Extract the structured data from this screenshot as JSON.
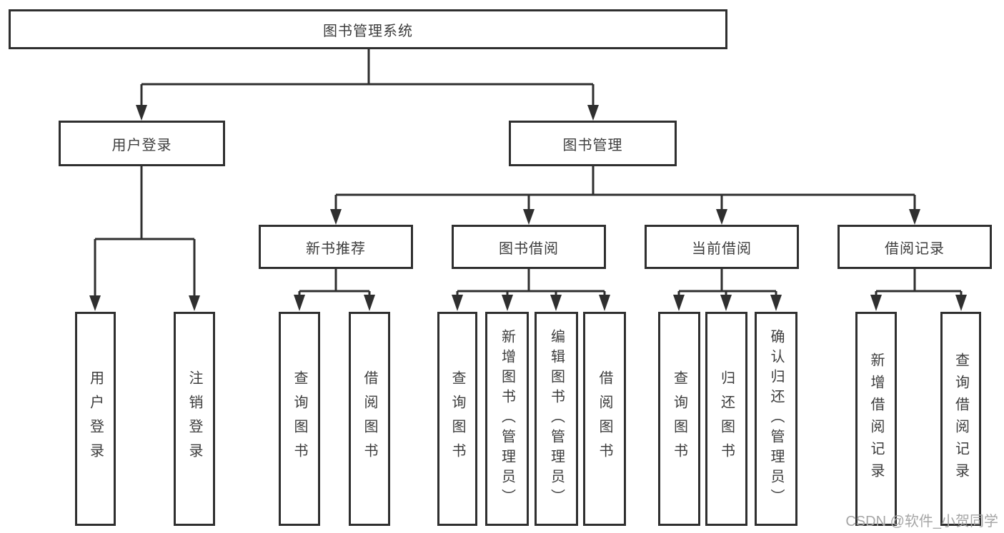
{
  "diagram": {
    "type": "hierarchy-tree",
    "root": {
      "label": "图书管理系统"
    },
    "branches": {
      "user_login": {
        "label": "用户登录",
        "children": [
          {
            "label": "用户登录"
          },
          {
            "label": "注销登录"
          }
        ]
      },
      "book_manage": {
        "label": "图书管理",
        "sections": [
          {
            "label": "新书推荐",
            "children": [
              {
                "label": "查询图书"
              },
              {
                "label": "借阅图书"
              }
            ]
          },
          {
            "label": "图书借阅",
            "children": [
              {
                "label": "查询图书"
              },
              {
                "label": "新增图书（管理员）"
              },
              {
                "label": "编辑图书（管理员）"
              },
              {
                "label": "借阅图书"
              }
            ]
          },
          {
            "label": "当前借阅",
            "children": [
              {
                "label": "查询图书"
              },
              {
                "label": "归还图书"
              },
              {
                "label": "确认归还（管理员）"
              }
            ]
          },
          {
            "label": "借阅记录",
            "children": [
              {
                "label": "新增借阅记录"
              },
              {
                "label": "查询借阅记录"
              }
            ]
          }
        ]
      }
    }
  },
  "watermark": {
    "text": "CSDN @软件_小贺同学"
  },
  "colors": {
    "line": "#2f2f2f",
    "text": "#3d3d3d",
    "watermark": "#a6a6a6",
    "background": "#ffffff"
  }
}
